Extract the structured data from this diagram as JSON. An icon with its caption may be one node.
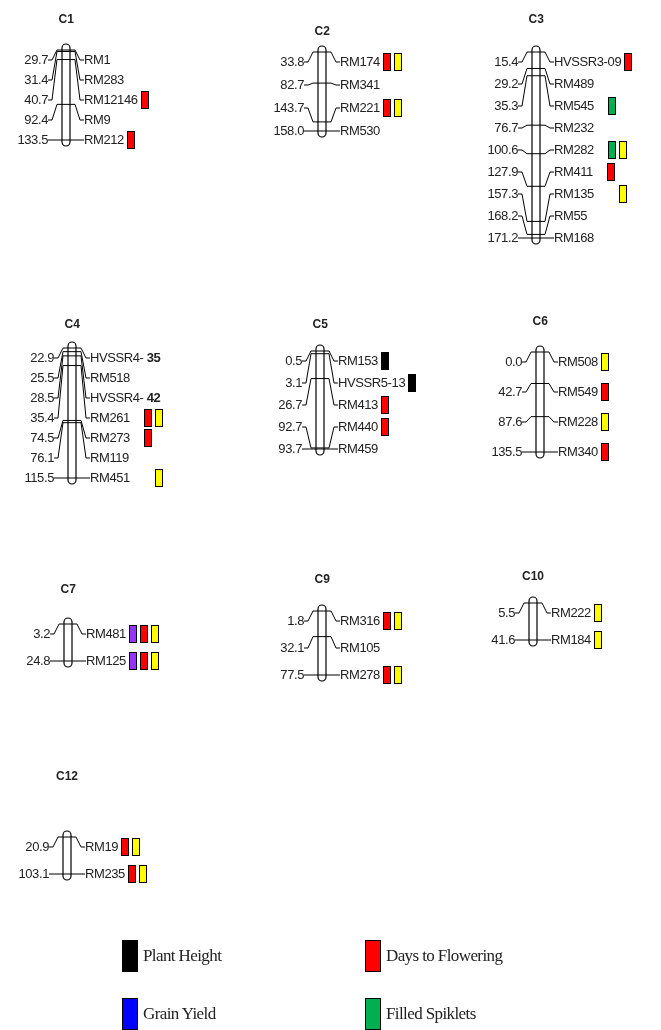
{
  "diagram": {
    "nodes": [
      {
        "text": [
          "C1"
        ]
      },
      {
        "text": [
          "29.7",
          "RM1"
        ]
      },
      {
        "text": [
          "31.4",
          "RM283"
        ]
      },
      {
        "text": [
          "40.7",
          "RM12146"
        ]
      },
      {
        "text": [],
        "shape": "bar"
      },
      {
        "text": [
          "92.4",
          "RM9"
        ]
      },
      {
        "text": [
          "133.5",
          "RM212"
        ]
      },
      {
        "text": [],
        "shape": "bar"
      },
      {
        "text": [
          "C2"
        ]
      },
      {
        "text": [
          "33.8",
          "RM174"
        ]
      },
      {
        "text": [],
        "shape": "bar"
      },
      {
        "text": [],
        "shape": "bar"
      },
      {
        "text": [
          "82.7",
          "RM341"
        ]
      },
      {
        "text": [
          "143.7",
          "RM221"
        ]
      },
      {
        "text": [],
        "shape": "bar"
      },
      {
        "text": [],
        "shape": "bar"
      },
      {
        "text": [
          "158.0",
          "RM530"
        ]
      },
      {
        "text": [
          "C3"
        ]
      },
      {
        "text": [
          "15.4",
          "HVSSR3-09"
        ]
      },
      {
        "text": [],
        "shape": "bar"
      },
      {
        "text": [
          "29.2",
          "RM489"
        ]
      },
      {
        "text": [
          "35.3",
          "RM545"
        ]
      },
      {
        "text": [],
        "shape": "bar"
      },
      {
        "text": [
          "76.7",
          "RM232"
        ]
      },
      {
        "text": [
          "100.6",
          "RM282"
        ]
      },
      {
        "text": [],
        "shape": "bar"
      },
      {
        "text": [],
        "shape": "bar"
      },
      {
        "text": [
          "127.9",
          "RM411"
        ]
      },
      {
        "text": [],
        "shape": "bar"
      },
      {
        "text": [
          "157.3",
          "RM135"
        ]
      },
      {
        "text": [],
        "shape": "bar"
      },
      {
        "text": [
          "168.2",
          "RM55"
        ]
      },
      {
        "text": [
          "171.2",
          "RM168"
        ]
      },
      {
        "text": [
          "C4"
        ]
      },
      {
        "text": [
          "22.9",
          "HVSSR4- **35**"
        ]
      },
      {
        "text": [
          "25.5",
          "RM518"
        ]
      },
      {
        "text": [
          "28.5",
          "HVSSR4- **42**"
        ]
      },
      {
        "text": [
          "35.4",
          "RM261"
        ]
      },
      {
        "text": [],
        "shape": "bar"
      },
      {
        "text": [],
        "shape": "bar"
      },
      {
        "text": [
          "74.5",
          "RM273"
        ]
      },
      {
        "text": [],
        "shape": "bar"
      },
      {
        "text": [
          "76.1",
          "RM119"
        ]
      },
      {
        "text": [
          "115.5",
          "RM451"
        ]
      },
      {
        "text": [],
        "shape": "bar"
      },
      {
        "text": [
          "C5"
        ]
      },
      {
        "text": [
          "0.5",
          "RM153"
        ]
      },
      {
        "text": [],
        "shape": "bar"
      },
      {
        "text": [
          "3.1",
          "HVSSR5-13"
        ]
      },
      {
        "text": [],
        "shape": "bar"
      },
      {
        "text": [
          "26.7",
          "RM413"
        ]
      },
      {
        "text": [],
        "shape": "bar"
      },
      {
        "text": [
          "92.7",
          "RM440"
        ]
      },
      {
        "text": [],
        "shape": "bar"
      },
      {
        "text": [
          "93.7",
          "RM459"
        ]
      },
      {
        "text": [
          "C6"
        ]
      },
      {
        "text": [
          "0.0",
          "RM508"
        ]
      },
      {
        "text": [],
        "shape": "bar"
      },
      {
        "text": [
          "42.7",
          "RM549"
        ]
      },
      {
        "text": [],
        "shape": "bar"
      },
      {
        "text": [
          "87.6",
          "RM228"
        ]
      },
      {
        "text": [],
        "shape": "bar"
      },
      {
        "text": [
          "135.5",
          "RM340"
        ]
      },
      {
        "text": [],
        "shape": "bar"
      },
      {
        "text": [
          "C7"
        ]
      },
      {
        "text": [
          "3.2",
          "RM481"
        ]
      },
      {
        "text": [],
        "shape": "bar"
      },
      {
        "text": [],
        "shape": "bar"
      },
      {
        "text": [],
        "shape": "bar"
      },
      {
        "text": [
          "24.8",
          "RM125"
        ]
      },
      {
        "text": [],
        "shape": "bar"
      },
      {
        "text": [],
        "shape": "bar"
      },
      {
        "text": [],
        "shape": "bar"
      },
      {
        "text": [
          "C9"
        ]
      },
      {
        "text": [
          "1.8",
          "RM316"
        ]
      },
      {
        "text": [],
        "shape": "bar"
      },
      {
        "text": [],
        "shape": "bar"
      },
      {
        "text": [
          "32.1",
          "RM105"
        ]
      },
      {
        "text": [
          "77.5",
          "RM278"
        ]
      },
      {
        "text": [],
        "shape": "bar"
      },
      {
        "text": [],
        "shape": "bar"
      },
      {
        "text": [
          "C10"
        ]
      },
      {
        "text": [
          "5.5",
          "RM222"
        ]
      },
      {
        "text": [],
        "shape": "bar"
      },
      {
        "text": [
          "41.6",
          "RM184"
        ]
      },
      {
        "text": [],
        "shape": "bar"
      },
      {
        "text": [
          "C12"
        ]
      },
      {
        "text": [
          "20.9",
          "RM19"
        ]
      },
      {
        "text": [],
        "shape": "bar"
      },
      {
        "text": [],
        "shape": "bar"
      },
      {
        "text": [
          "103.1",
          "RM235"
        ]
      },
      {
        "text": [],
        "shape": "bar"
      },
      {
        "text": [],
        "shape": "bar"
      }
    ],
    "legend": [
      {
        "text": "Plant Height",
        "color": "#000000"
      },
      {
        "text": "Days to Flowering",
        "color": "#ff0000"
      },
      {
        "text": "Grain Yield",
        "color": "#0000ff"
      },
      {
        "text": "Filled Spiklets",
        "color": "#00b050"
      }
    ]
  }
}
